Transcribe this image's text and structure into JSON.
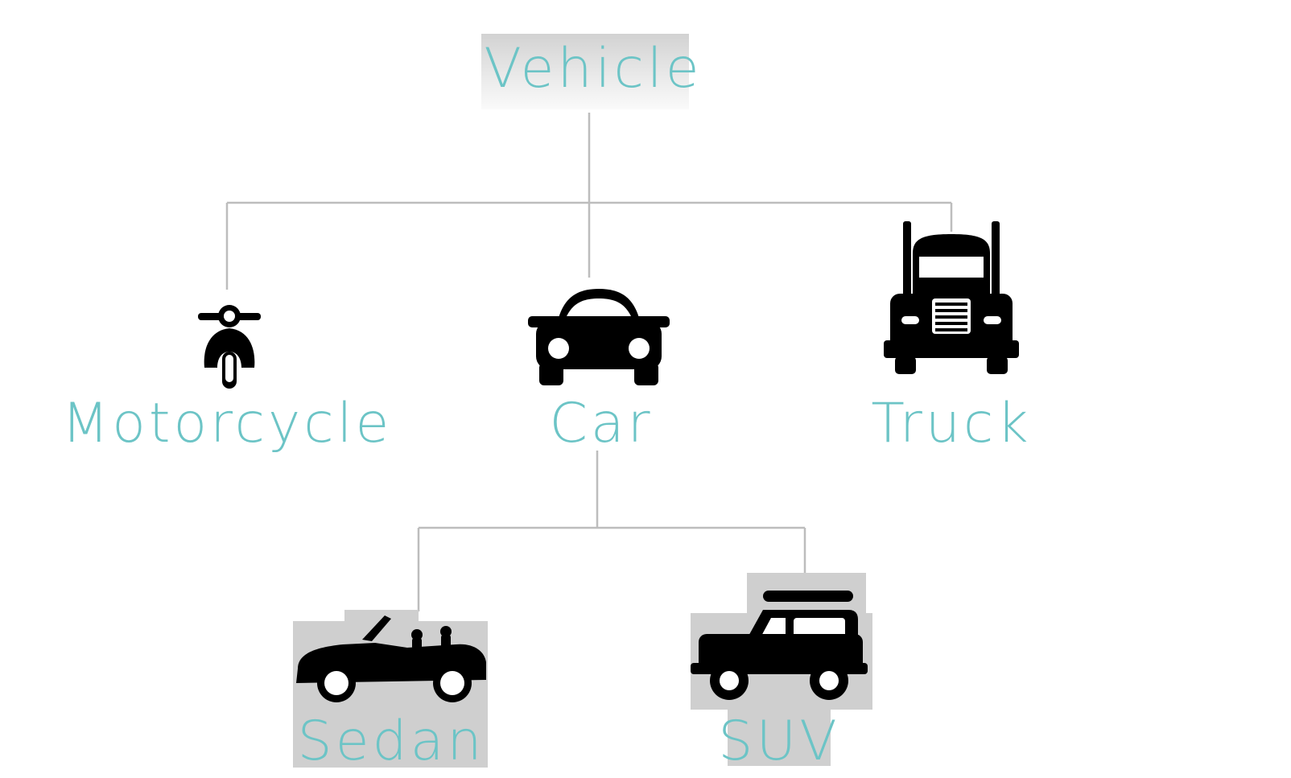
{
  "colors": {
    "label": "#6cc4c6",
    "icon": "#000000",
    "connector": "#bdbdbd"
  },
  "nodes": {
    "vehicle": {
      "label": "Vehicle"
    },
    "motorcycle": {
      "label": "Motorcycle",
      "icon": "scooter-icon"
    },
    "car": {
      "label": "Car",
      "icon": "car-front-icon"
    },
    "truck": {
      "label": "Truck",
      "icon": "truck-front-icon"
    },
    "sedan": {
      "label": "Sedan",
      "icon": "convertible-car-icon"
    },
    "suv": {
      "label": "SUV",
      "icon": "suv-icon"
    }
  },
  "edges": [
    [
      "vehicle",
      "motorcycle"
    ],
    [
      "vehicle",
      "car"
    ],
    [
      "vehicle",
      "truck"
    ],
    [
      "car",
      "sedan"
    ],
    [
      "car",
      "suv"
    ]
  ]
}
